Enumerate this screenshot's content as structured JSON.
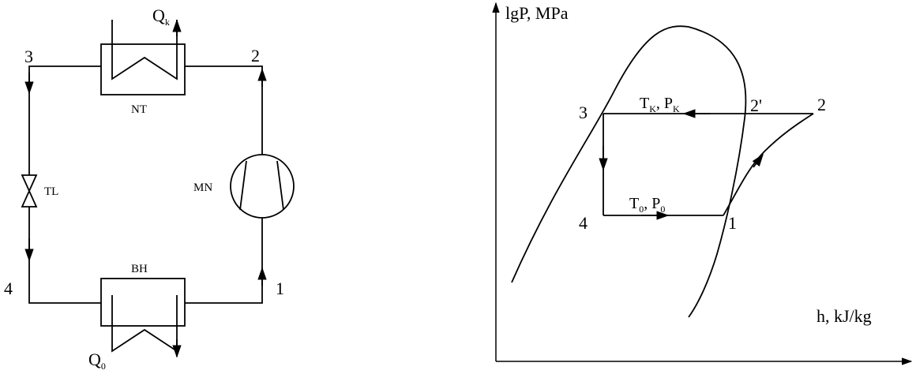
{
  "schematic": {
    "node_labels": {
      "n1": "1",
      "n2": "2",
      "n3": "3",
      "n4": "4"
    },
    "condenser": {
      "label": "NT",
      "heat": {
        "main": "Q",
        "sub": "k"
      }
    },
    "evaporator": {
      "label": "BH",
      "heat": {
        "main": "Q",
        "sub": "0"
      }
    },
    "compressor": {
      "label": "MN"
    },
    "throttle": {
      "label": "TL"
    }
  },
  "diagram": {
    "y_axis_label": "lgP, MPa",
    "x_axis_label": "h, kJ/kg",
    "points": {
      "p1": "1",
      "p2": "2",
      "p2p": "2'",
      "p3": "3",
      "p4": "4"
    },
    "condensing_line": {
      "t": "T",
      "t_sub": "K",
      "sep": ", ",
      "p": "P",
      "p_sub": "K"
    },
    "evaporating_line": {
      "t": "T",
      "t_sub": "0",
      "sep": ", ",
      "p": "P",
      "p_sub": "0"
    }
  }
}
